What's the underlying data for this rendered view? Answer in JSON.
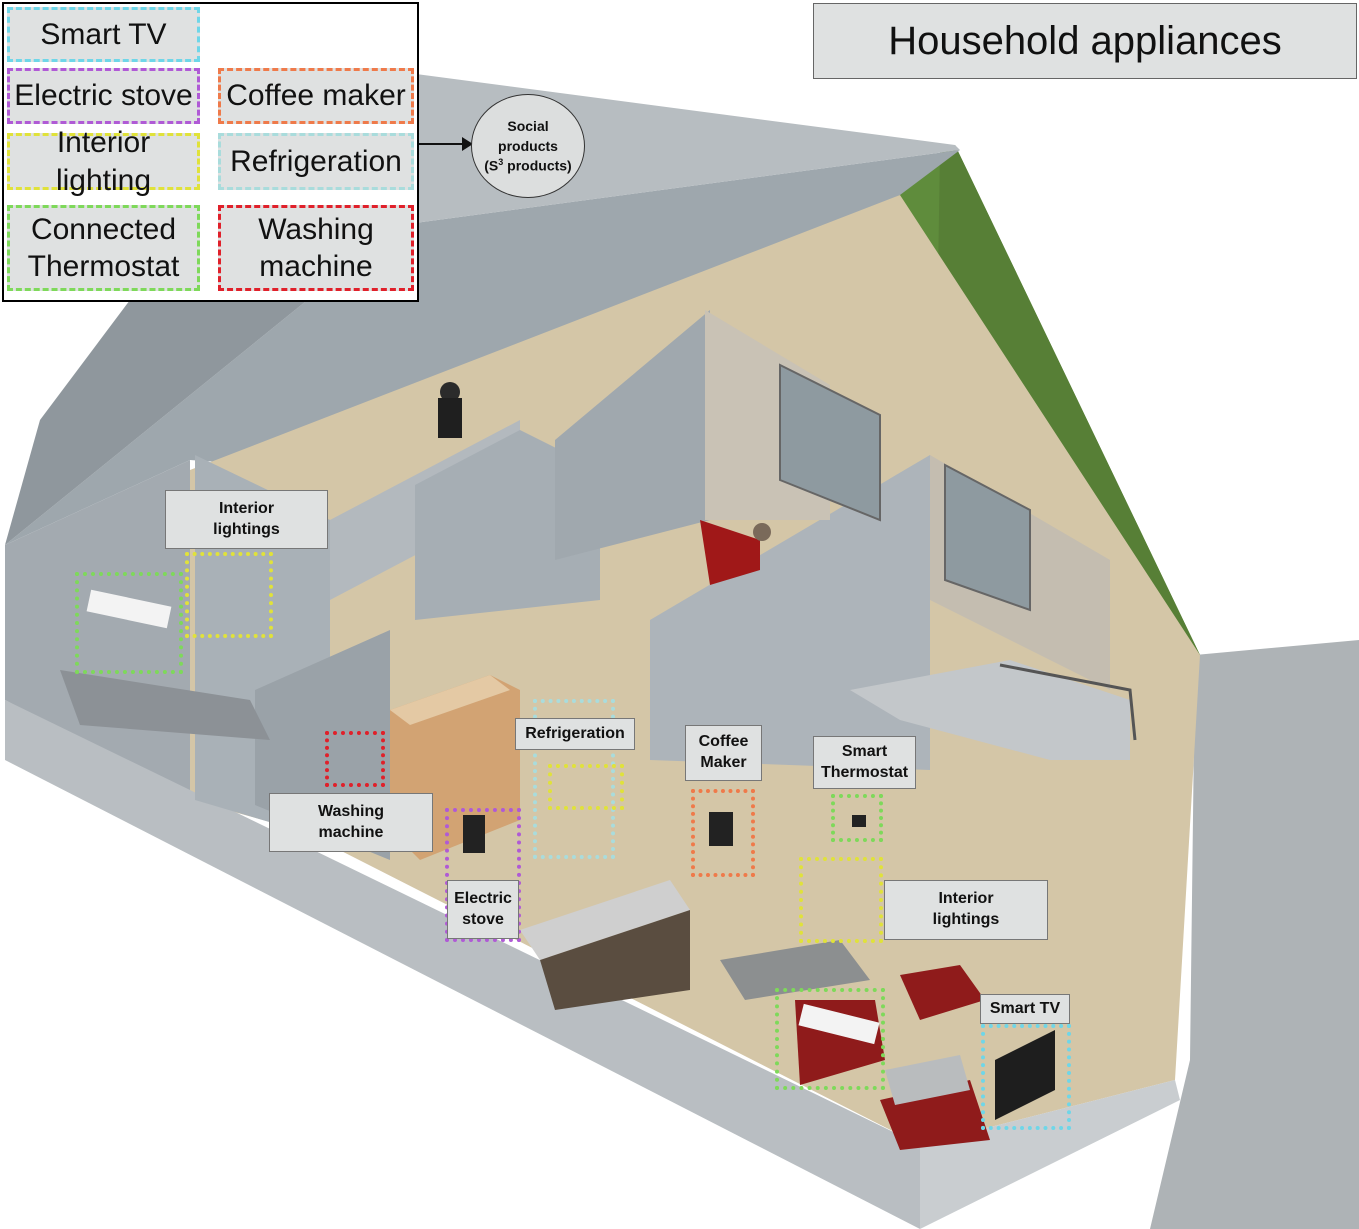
{
  "title": "Household appliances",
  "legend": [
    {
      "label": "Smart TV",
      "color": "#6fd6e8"
    },
    {
      "label": "Electric stove",
      "color": "#b05ad6"
    },
    {
      "label": "Coffee maker",
      "color": "#ef7a4a"
    },
    {
      "label": "Interior lighting",
      "color": "#e0e23a"
    },
    {
      "label": "Refrigeration",
      "color": "#a9dcdc"
    },
    {
      "label": "Connected\nThermostat",
      "color": "#7ed95a"
    },
    {
      "label": "Washing\nmachine",
      "color": "#e0202a"
    }
  ],
  "social_products": {
    "line1": "Social",
    "line2": "products",
    "line3_prefix": "(S",
    "line3_sup": "3",
    "line3_suffix": " products)"
  },
  "callouts": {
    "interior_lightings_left": "Interior\nlightings",
    "refrigeration": "Refrigeration",
    "coffee_maker": "Coffee\nMaker",
    "smart_thermostat": "Smart\nThermostat",
    "washing_machine": "Washing\nmachine",
    "electric_stove": "Electric\nstove",
    "interior_lightings_right": "Interior\nlightings",
    "smart_tv": "Smart TV"
  },
  "colors": {
    "grass": "#5f8c3c",
    "wall": "#a9b2b8",
    "floor": "#d6c7a8",
    "sofa": "#8f1b1b",
    "pavement": "#a9aeb2"
  }
}
